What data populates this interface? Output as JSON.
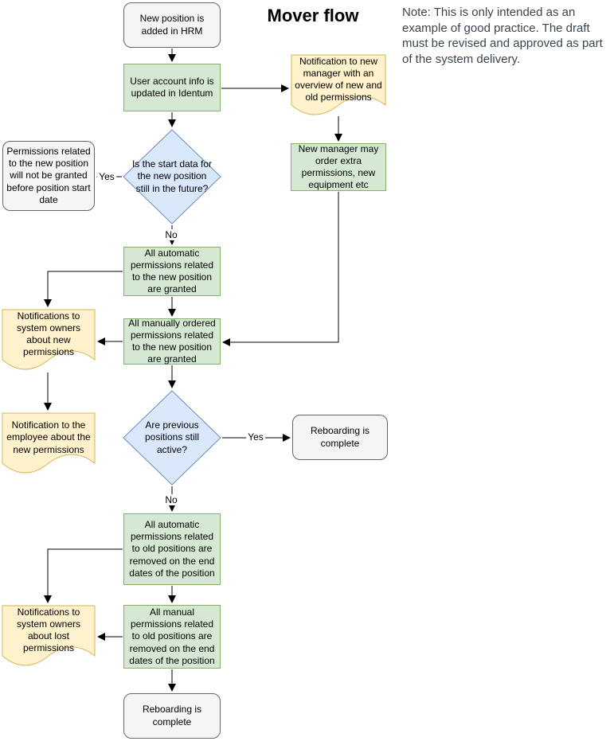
{
  "title": "Mover flow",
  "note": "Note: This is only intended as an example of good practice. The draft must be revised and approved as part of the system delivery.",
  "colors": {
    "process_fill": "#d5e8d4",
    "process_stroke": "#82b366",
    "document_fill": "#fff2cc",
    "document_stroke": "#d6b656",
    "decision_fill": "#dae8fc",
    "decision_stroke": "#6c8ebf",
    "terminator_fill": "#f5f5f5",
    "terminator_stroke": "#666666"
  },
  "nodes": {
    "start": {
      "type": "terminator",
      "label": "New position is added in HRM"
    },
    "identum_update": {
      "type": "process",
      "label": "User account info is updated in Identum"
    },
    "notify_new_manager": {
      "type": "document",
      "label": "Notification to new manager with an overview of new and old permissions"
    },
    "manager_extra_orders": {
      "type": "process",
      "label": "New manager may order extra permissions, new equipment etc"
    },
    "start_date_check": {
      "type": "decision",
      "label": "Is the start data for the new position still in the future?"
    },
    "wait_for_start_date": {
      "type": "terminator",
      "label": "Permissions related to the new position will not be granted before position start date"
    },
    "auto_granted": {
      "type": "process",
      "label": "All automatic permissions related to the new position are granted"
    },
    "notify_owners_new": {
      "type": "document",
      "label": "Notifications to system owners about new permissions"
    },
    "manual_granted": {
      "type": "process",
      "label": "All manually ordered permissions related to the new position are granted"
    },
    "notify_employee": {
      "type": "document",
      "label": "Notification to the employee about the new permissions"
    },
    "previous_positions_check": {
      "type": "decision",
      "label": "Are previous positions still active?"
    },
    "reboarding_complete_right": {
      "type": "terminator",
      "label": "Reboarding is complete"
    },
    "auto_removed": {
      "type": "process",
      "label": "All automatic permissions related to old positions are removed on the end dates of the position"
    },
    "notify_owners_lost": {
      "type": "document",
      "label": "Notifications to system owners about lost permissions"
    },
    "manual_removed": {
      "type": "process",
      "label": "All manual permissions related to old positions are removed on the end dates of the position"
    },
    "reboarding_complete_end": {
      "type": "terminator",
      "label": "Reboarding is complete"
    }
  },
  "edge_labels": {
    "start_date_yes": "Yes",
    "start_date_no": "No",
    "previous_yes": "Yes",
    "previous_no": "No"
  }
}
